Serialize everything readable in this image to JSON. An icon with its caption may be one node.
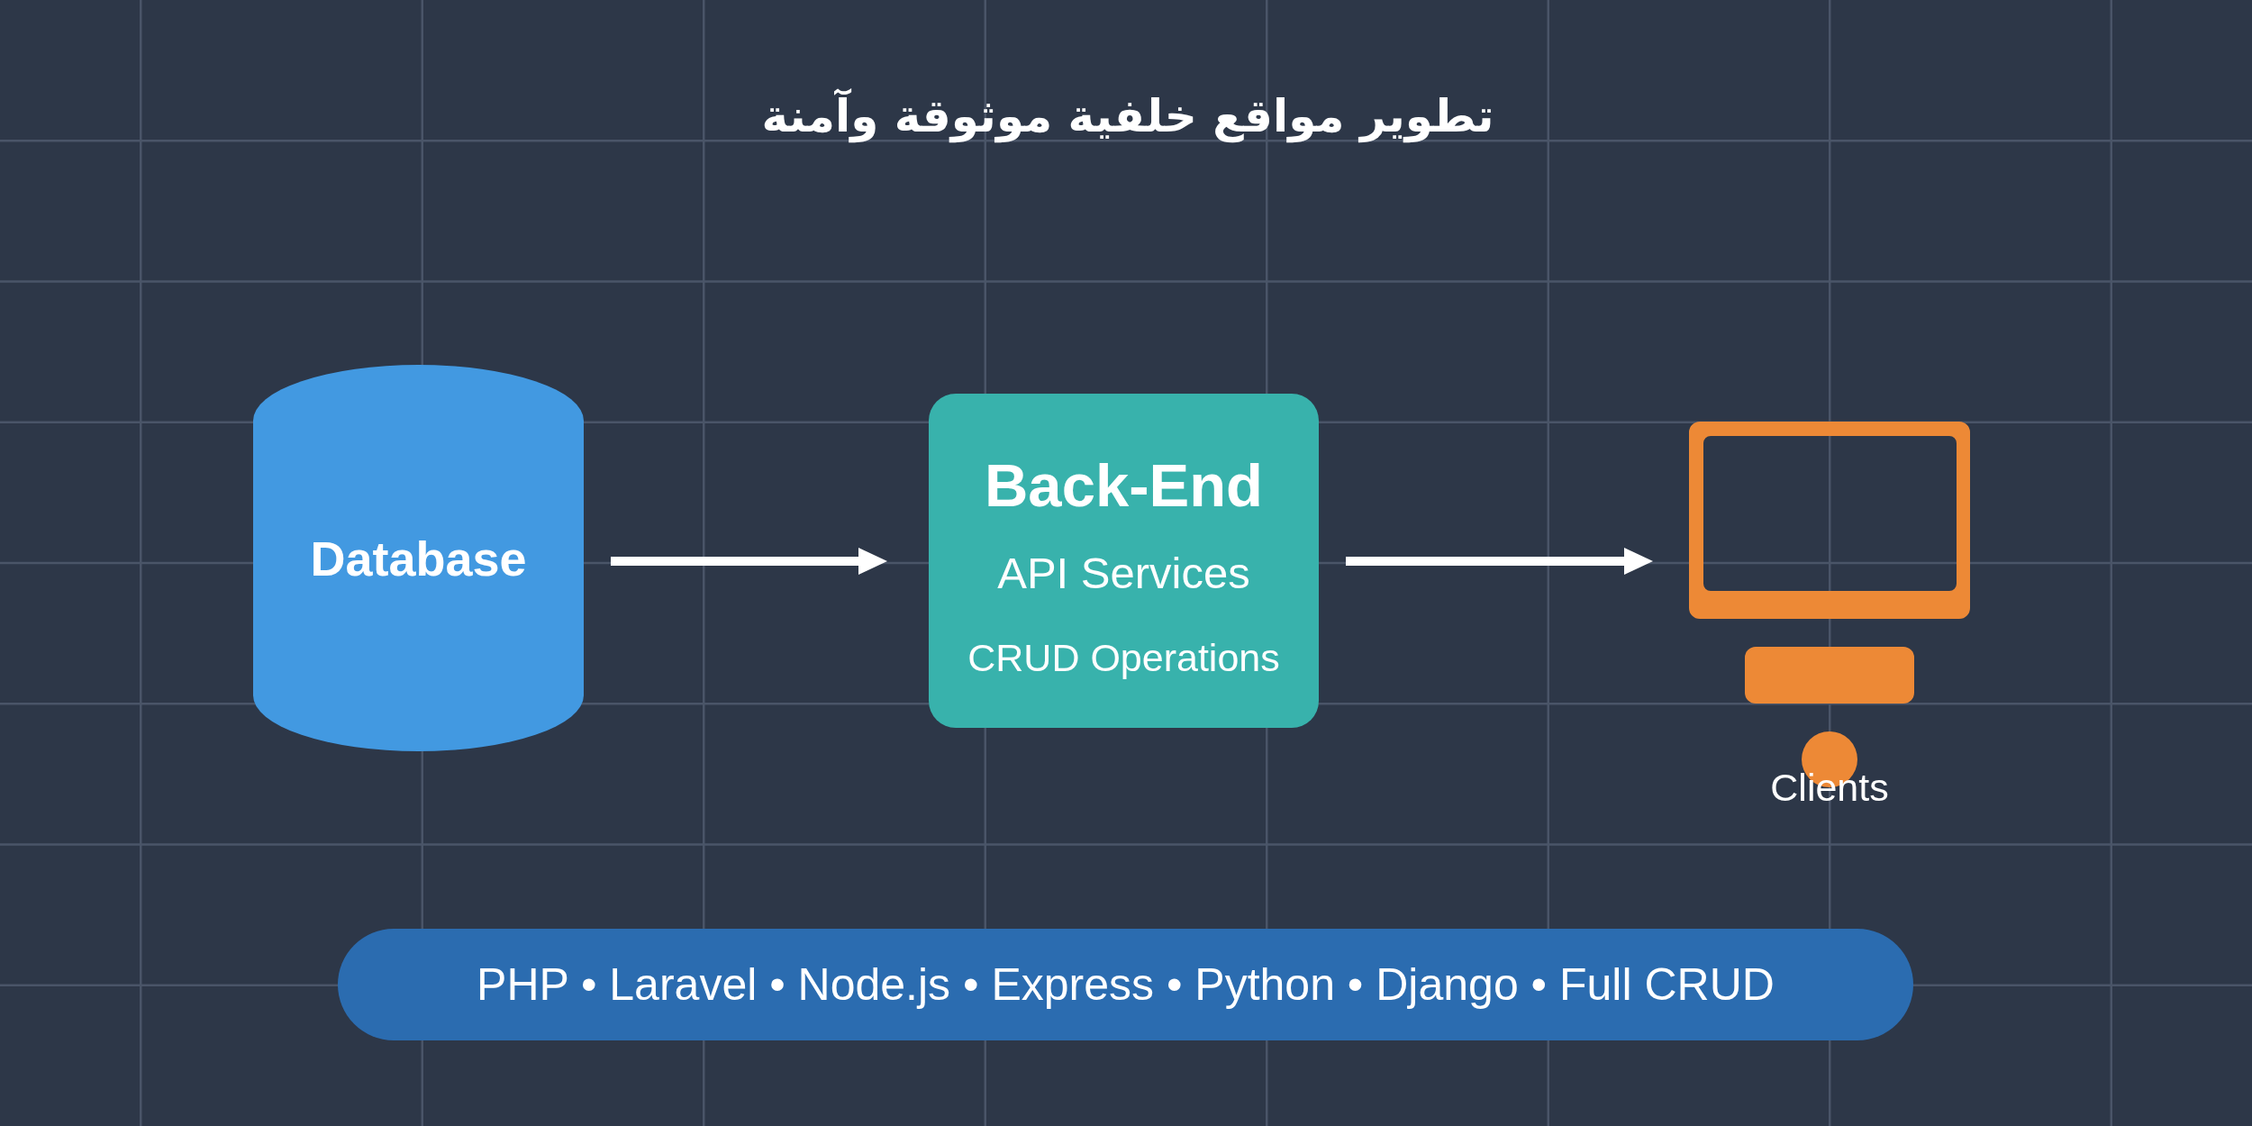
{
  "diagram": {
    "title": "تطوير مواقع خلفية موثوقة وآمنة",
    "nodes": [
      {
        "text": [
          "Database"
        ]
      },
      {
        "text": [
          "Back-End",
          "API Services",
          "CRUD Operations"
        ]
      },
      {
        "text": [
          "Clients"
        ]
      },
      {
        "text": [
          "PHP • Laravel • Node.js • Express • Python • Django • Full CRUD"
        ]
      }
    ],
    "edges": [
      {
        "from": 0,
        "to": 1,
        "arrow": "to"
      },
      {
        "from": 1,
        "to": 2,
        "arrow": "to"
      }
    ]
  }
}
